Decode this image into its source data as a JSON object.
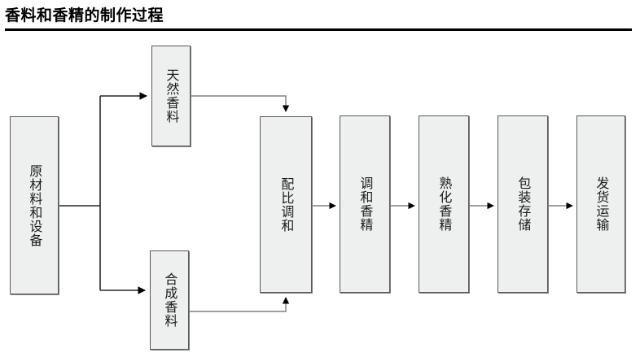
{
  "page": {
    "title": "香料和香精的制作过程"
  },
  "diagram": {
    "type": "flowchart",
    "orientation": "left-to-right",
    "nodes": [
      {
        "id": "raw",
        "label": "原材料和设备",
        "text_direction": "vertical"
      },
      {
        "id": "natural",
        "label": "天然香料",
        "text_direction": "vertical"
      },
      {
        "id": "synth",
        "label": "合成香料",
        "text_direction": "vertical"
      },
      {
        "id": "blend",
        "label": "配比调和",
        "text_direction": "vertical"
      },
      {
        "id": "harmony",
        "label": "调和香精",
        "text_direction": "vertical"
      },
      {
        "id": "mature",
        "label": "熟化香精",
        "text_direction": "vertical"
      },
      {
        "id": "package",
        "label": "包装存储",
        "text_direction": "vertical"
      },
      {
        "id": "ship",
        "label": "发货运输",
        "text_direction": "vertical"
      }
    ],
    "edges": [
      {
        "from": "raw",
        "to": "natural",
        "style": "elbow-up"
      },
      {
        "from": "raw",
        "to": "synth",
        "style": "elbow-down"
      },
      {
        "from": "natural",
        "to": "blend",
        "style": "elbow-into-top"
      },
      {
        "from": "synth",
        "to": "blend",
        "style": "elbow-into-bottom"
      },
      {
        "from": "blend",
        "to": "harmony",
        "style": "straight"
      },
      {
        "from": "harmony",
        "to": "mature",
        "style": "straight"
      },
      {
        "from": "mature",
        "to": "package",
        "style": "straight"
      },
      {
        "from": "package",
        "to": "ship",
        "style": "straight"
      }
    ]
  },
  "colors": {
    "node_fill": "#eef0f0",
    "node_border": "#595959",
    "connector": "#808080",
    "arrowhead": "#000000",
    "title_rule": "#000000",
    "text": "#1a1a1a"
  }
}
